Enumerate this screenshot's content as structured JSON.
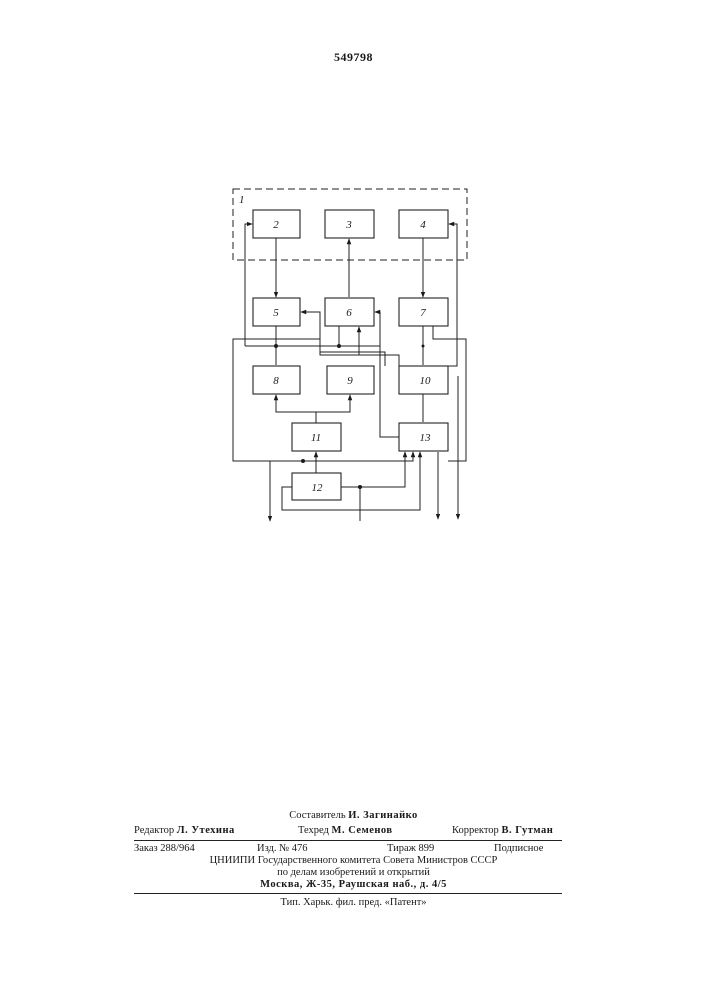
{
  "header": {
    "patent_number": "549798"
  },
  "diagram": {
    "group_label": "1",
    "blocks": [
      {
        "id": "b2",
        "label": "2"
      },
      {
        "id": "b3",
        "label": "3"
      },
      {
        "id": "b4",
        "label": "4"
      },
      {
        "id": "b5",
        "label": "5"
      },
      {
        "id": "b6",
        "label": "6"
      },
      {
        "id": "b7",
        "label": "7"
      },
      {
        "id": "b8",
        "label": "8"
      },
      {
        "id": "b9",
        "label": "9"
      },
      {
        "id": "b10",
        "label": "10"
      },
      {
        "id": "b11",
        "label": "11"
      },
      {
        "id": "b12",
        "label": "12"
      },
      {
        "id": "b13",
        "label": "13"
      }
    ]
  },
  "footer": {
    "compiler_label": "Составитель",
    "compiler_name": "И. Загинайко",
    "editor_label": "Редактор",
    "editor_name": "Л. Утехина",
    "techred_label": "Техред",
    "techred_name": "М. Семенов",
    "corrector_label": "Корректор",
    "corrector_name": "В. Гутман",
    "order": "Заказ 288/964",
    "edition": "Изд. № 476",
    "circulation": "Тираж 899",
    "subscription": "Подписное",
    "org_line1": "ЦНИИПИ Государственного комитета Совета Министров СССР",
    "org_line2": "по делам изобретений и открытий",
    "address": "Москва, Ж-35, Раушская наб., д. 4/5",
    "printer": "Тип. Харьк. фил. пред. «Патент»"
  }
}
